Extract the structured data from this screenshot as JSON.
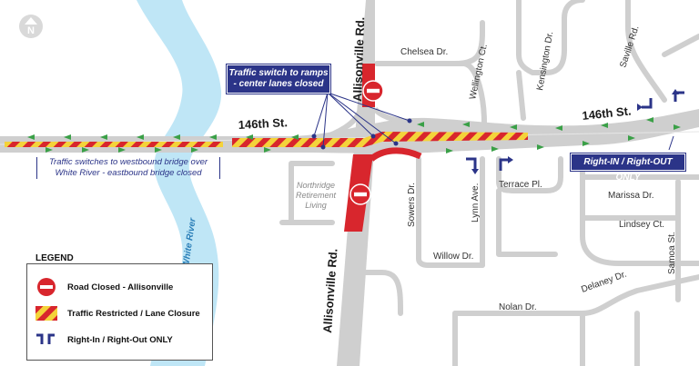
{
  "roads": {
    "main": "146th St.",
    "main_east": "146th St.",
    "cross_north": "Allisonville Rd.",
    "cross_south": "Allisonville Rd.",
    "chelsea": "Chelsea Dr.",
    "wellington": "Wellington Ct.",
    "kensington": "Kensington Dr.",
    "saville": "Saville Rd.",
    "sowers": "Sowers Dr.",
    "lynn": "Lynn Ave.",
    "terrace": "Terrace Pl.",
    "marissa": "Marissa Dr.",
    "lindsey": "Lindsey Ct.",
    "samoa": "Samoa St.",
    "delaney": "Delaney Dr.",
    "willow": "Willow Dr.",
    "nolan": "Nolan Dr."
  },
  "river": {
    "label": "White River"
  },
  "places": {
    "northridge": "Northridge Retirement Living"
  },
  "callouts": {
    "ramps": "Traffic switch to ramps - center lanes closed",
    "rirо": "Right-IN / Right-OUT ONLY",
    "bridge": "Traffic switches to westbound bridge over White River - eastbound bridge closed"
  },
  "legend": {
    "title": "LEGEND",
    "road_closed": "Road Closed - Allisonville",
    "lane_closure": "Traffic Restricted / Lane Closure",
    "right_in_out": "Right-In / Right-Out ONLY"
  },
  "colors": {
    "road": "#cfcfcf",
    "closure_red": "#d8262d",
    "closure_yellow": "#f4d33a",
    "navy": "#2b3488",
    "river": "#bfe6f6",
    "arrow_green": "#3aa047"
  },
  "icons": {
    "north": "north-arrow-icon",
    "closed": "road-closed-icon",
    "turn": "right-in-right-out-icon"
  }
}
